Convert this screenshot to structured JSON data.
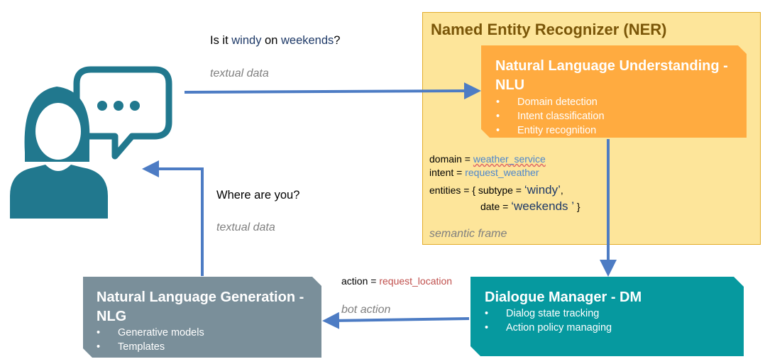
{
  "ner": {
    "title": "Named Entity Recognizer (NER)",
    "caption": "semantic frame"
  },
  "nlu": {
    "title": "Natural Language Understanding - NLU",
    "items": [
      "Domain detection",
      "Intent classification",
      "Entity recognition"
    ]
  },
  "dm": {
    "title": "Dialogue Manager - DM",
    "items": [
      "Dialog state tracking",
      "Action policy managing"
    ]
  },
  "nlg": {
    "title": "Natural Language Generation - NLG",
    "items": [
      "Generative models",
      "Templates"
    ]
  },
  "semantic_frame": {
    "domain_label": "domain = ",
    "domain_value": "weather_service",
    "intent_label": "intent = ",
    "intent_value": "request_weather",
    "entities_label": "entities = { subtype = ",
    "subtype_value": "‘windy’",
    "entities_sep": ",",
    "date_label": "date = ",
    "date_value": "‘weekends ’",
    "close": " }"
  },
  "user_query": {
    "prefix": "Is it ",
    "word1": "windy",
    "middle": " on ",
    "word2": "weekends",
    "suffix": "?"
  },
  "bot_reply": "Where are you?",
  "labels": {
    "textual_data_in": "textual data",
    "textual_data_out": "textual data",
    "bot_action": "bot action"
  },
  "action": {
    "label": "action = ",
    "value": "request_location"
  },
  "colors": {
    "arrow": "#4d7cc4",
    "user_icon": "#21788e",
    "nlu": "#ffab40",
    "dm": "#06999f",
    "nlg": "#7a8f9a",
    "ner_fill": "#fde59a",
    "ner_border": "#e2ac2c"
  },
  "icons": [
    "user-speech-icon",
    "speech-bubble-icon"
  ]
}
